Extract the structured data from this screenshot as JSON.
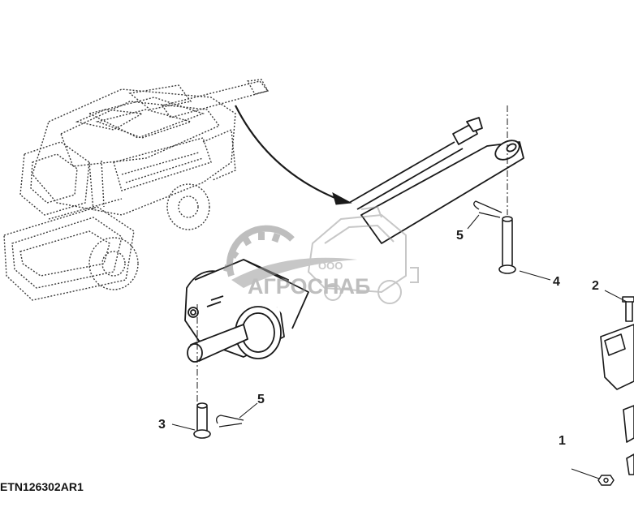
{
  "diagram": {
    "id_label": "ETN126302AR1",
    "callouts": [
      {
        "number": "5"
      },
      {
        "number": "4"
      },
      {
        "number": "2"
      },
      {
        "number": "5"
      },
      {
        "number": "3"
      },
      {
        "number": "1"
      }
    ]
  },
  "watermark": {
    "company_prefix": "ООО",
    "company_name": "АГРОСНАБ",
    "brand_color": "#8a8a8a"
  },
  "colors": {
    "line": "#1a1a1a",
    "machine_outline": "#333333"
  }
}
